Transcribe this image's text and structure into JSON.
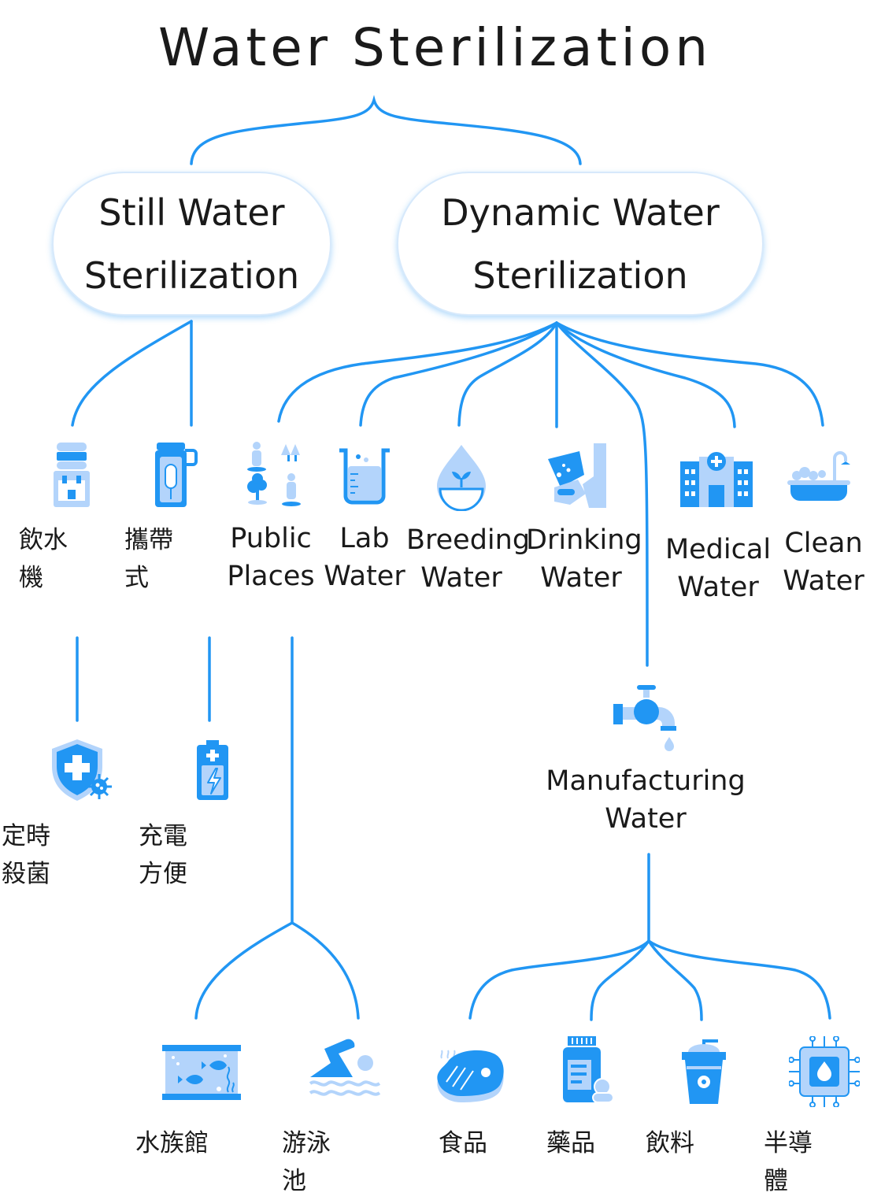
{
  "title": "Water Sterilization",
  "colors": {
    "line": "#2196f3",
    "icon_dark": "#2196f3",
    "icon_light": "#b3d4fb"
  },
  "categories": {
    "still": {
      "line1": "Still Water",
      "line2": "Sterilization"
    },
    "dynamic": {
      "line1": "Dynamic Water",
      "line2": "Sterilization"
    }
  },
  "still_items": [
    {
      "l1": "飲水",
      "l2": "機",
      "icon": "water-dispenser-icon"
    },
    {
      "l1": "攜帶",
      "l2": "式",
      "icon": "portable-bottle-icon"
    }
  ],
  "still_features": [
    {
      "l1": "定時",
      "l2": "殺菌",
      "icon": "shield-virus-icon"
    },
    {
      "l1": "充電",
      "l2": "方便",
      "icon": "battery-charge-icon"
    }
  ],
  "dynamic_items": [
    {
      "l1": "Public",
      "l2": "Places",
      "icon": "public-places-icon"
    },
    {
      "l1": "Lab",
      "l2": "Water",
      "icon": "beaker-icon"
    },
    {
      "l1": "Breeding",
      "l2": "Water",
      "icon": "plant-drop-icon"
    },
    {
      "l1": "Drinking",
      "l2": "Water",
      "icon": "drinking-hand-icon"
    },
    {
      "l1": "Medical",
      "l2": "Water",
      "icon": "hospital-icon"
    },
    {
      "l1": "Clean",
      "l2": "Water",
      "icon": "bathtub-icon"
    }
  ],
  "manufacturing": {
    "l1": "Manufacturing",
    "l2": "Water",
    "icon": "faucet-icon"
  },
  "public_places_items": [
    {
      "l1": "水族館",
      "l2": "",
      "icon": "aquarium-icon"
    },
    {
      "l1": "游泳",
      "l2": "池",
      "icon": "swimming-icon"
    }
  ],
  "manufacturing_items": [
    {
      "l1": "食品",
      "l2": "",
      "icon": "meat-icon"
    },
    {
      "l1": "藥品",
      "l2": "",
      "icon": "medicine-bottle-icon"
    },
    {
      "l1": "飲料",
      "l2": "",
      "icon": "drink-cup-icon"
    },
    {
      "l1": "半導",
      "l2": "體",
      "icon": "chip-icon"
    }
  ]
}
